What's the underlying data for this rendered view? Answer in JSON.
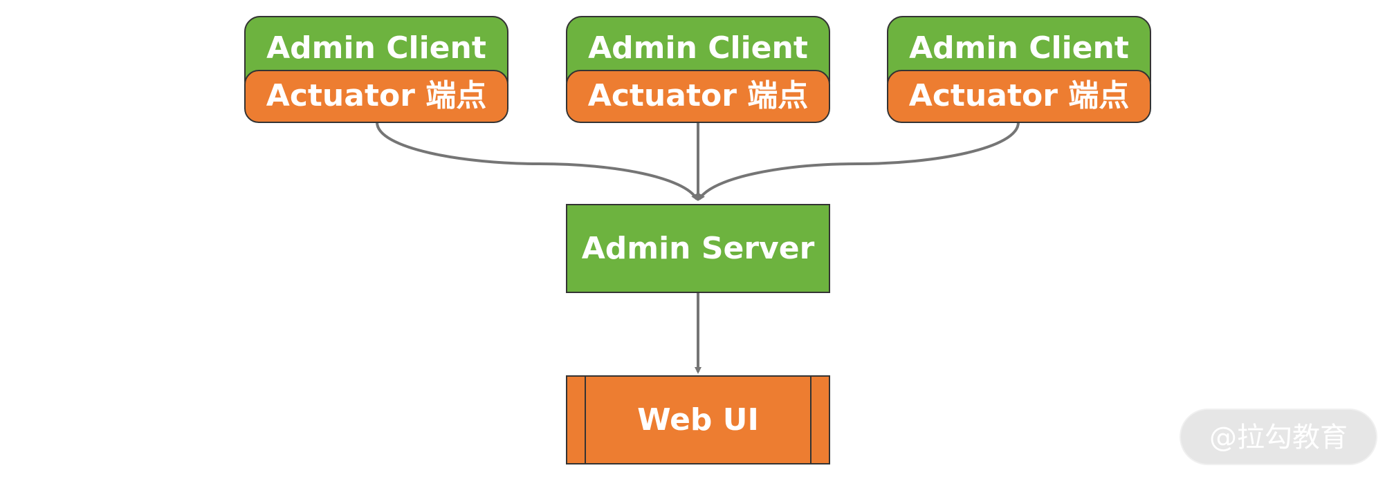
{
  "clients": [
    {
      "title": "Admin Client",
      "endpoint": "Actuator 端点"
    },
    {
      "title": "Admin Client",
      "endpoint": "Actuator 端点"
    },
    {
      "title": "Admin Client",
      "endpoint": "Actuator 端点"
    }
  ],
  "server": {
    "label": "Admin Server"
  },
  "webui": {
    "label": "Web UI"
  },
  "watermark": {
    "text": "@拉勾教育"
  },
  "colors": {
    "green": "#6db33f",
    "orange": "#ed7d31",
    "connector": "#757575",
    "border": "#333333",
    "watermark_bg": "#e6e6e6"
  }
}
